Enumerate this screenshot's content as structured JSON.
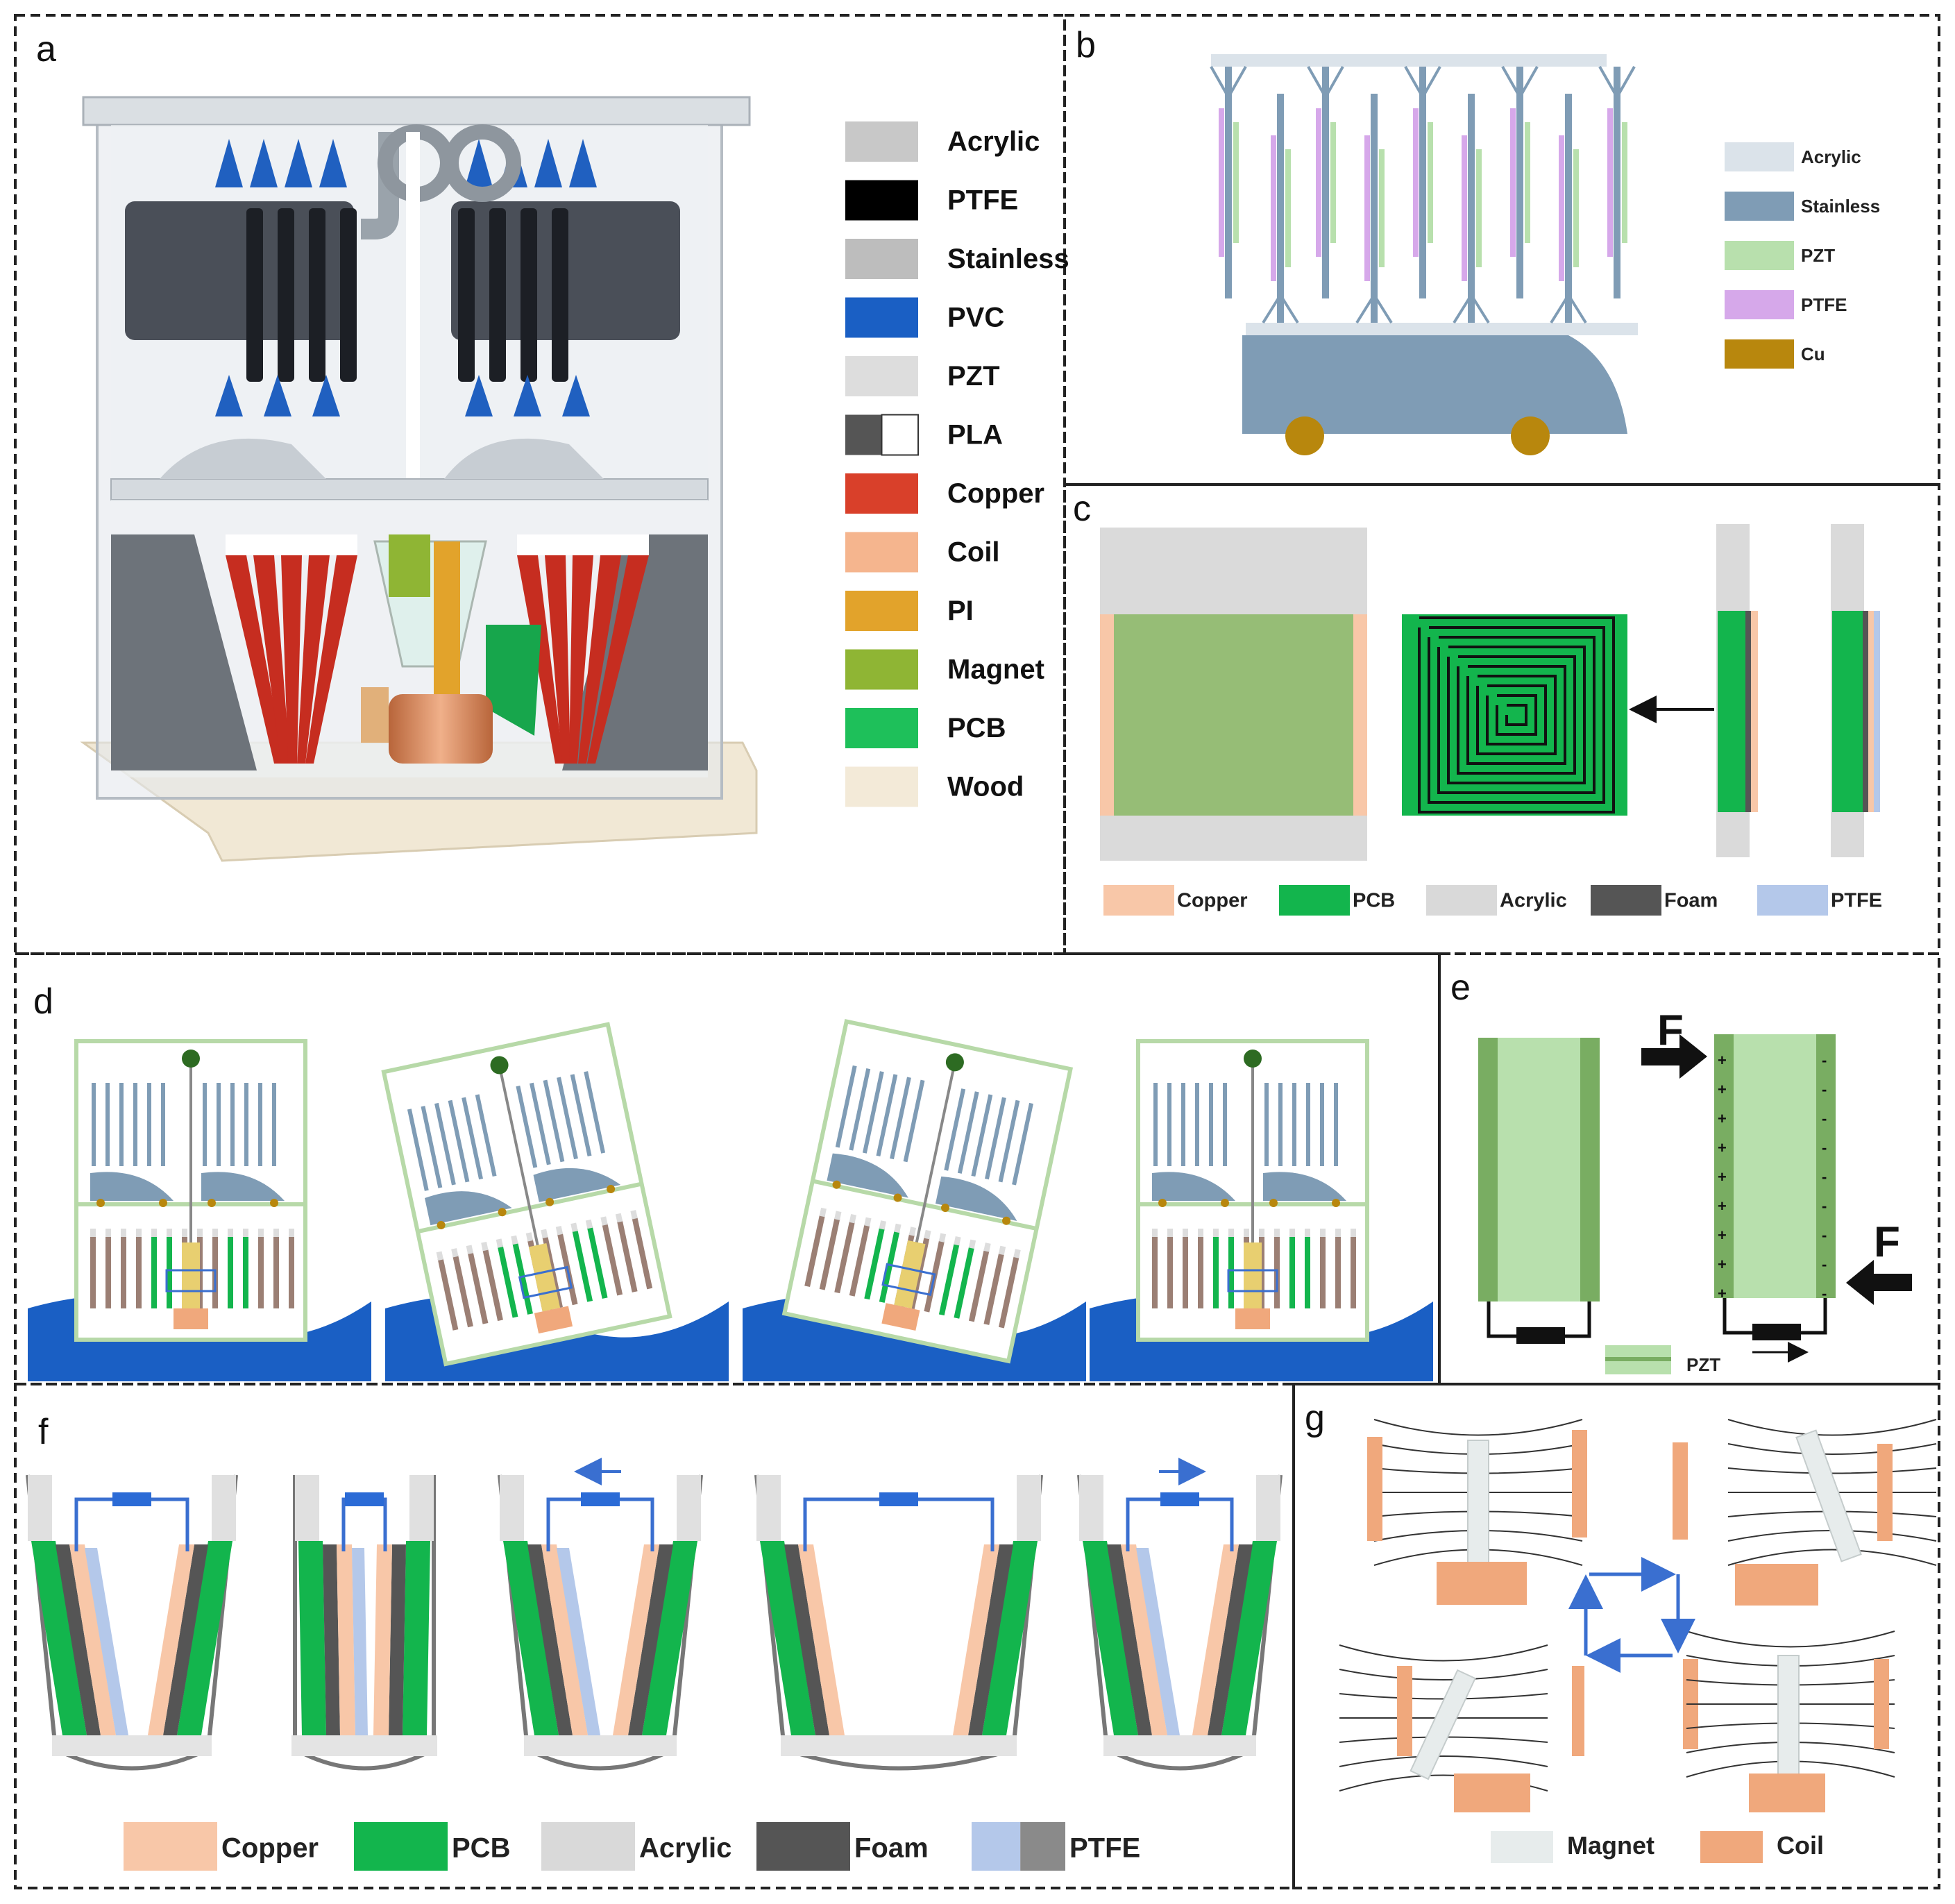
{
  "panels": {
    "a": {
      "label": "a",
      "legend": [
        {
          "name": "Acrylic",
          "color": "#c8c8c8"
        },
        {
          "name": "PTFE",
          "color": "#000000"
        },
        {
          "name": "Stainless",
          "color": "#bdbdbd"
        },
        {
          "name": "PVC",
          "color": "#1a5fc4"
        },
        {
          "name": "PZT",
          "color": "#dddddd"
        },
        {
          "name": "PLA",
          "color": "#555555",
          "color2": "#ffffff"
        },
        {
          "name": "Copper",
          "color": "#d9402a"
        },
        {
          "name": "Coil",
          "color": "#f5b58e"
        },
        {
          "name": "PI",
          "color": "#e2a32b"
        },
        {
          "name": "Magnet",
          "color": "#8fb534"
        },
        {
          "name": "PCB",
          "color": "#1ec05a"
        },
        {
          "name": "Wood",
          "color": "#f3ead8"
        }
      ]
    },
    "b": {
      "label": "b",
      "legend": [
        {
          "name": "Acrylic",
          "color": "#dbe3ea"
        },
        {
          "name": "Stainless",
          "color": "#7f9cb5"
        },
        {
          "name": "PZT",
          "color": "#b8e0ad"
        },
        {
          "name": "PTFE",
          "color": "#d6a8ea"
        },
        {
          "name": "Cu",
          "color": "#b8870d"
        }
      ]
    },
    "c": {
      "label": "c",
      "legend": [
        {
          "name": "Copper",
          "color": "#f8c7a8"
        },
        {
          "name": "PCB",
          "color": "#13b54d"
        },
        {
          "name": "Acrylic",
          "color": "#d9d9d9"
        },
        {
          "name": "Foam",
          "color": "#555555"
        },
        {
          "name": "PTFE",
          "color": "#b4c8ea"
        }
      ]
    },
    "d": {
      "label": "d"
    },
    "e": {
      "label": "e",
      "force_label": "F",
      "plus": "+",
      "minus": "-",
      "legend": [
        {
          "name": "PZT",
          "color": "#b8e0ad"
        }
      ]
    },
    "f": {
      "label": "f",
      "legend": [
        {
          "name": "Copper",
          "color": "#f8c7a8"
        },
        {
          "name": "PCB",
          "color": "#13b54d"
        },
        {
          "name": "Acrylic",
          "color": "#d9d9d9"
        },
        {
          "name": "Foam",
          "color": "#555555"
        },
        {
          "name": "PTFE",
          "color": "#b4c8ea",
          "color2": "#8a8a8a"
        }
      ]
    },
    "g": {
      "label": "g",
      "legend": [
        {
          "name": "Magnet",
          "color": "#e7ecec"
        },
        {
          "name": "Coil",
          "color": "#f0a87c"
        }
      ]
    }
  }
}
